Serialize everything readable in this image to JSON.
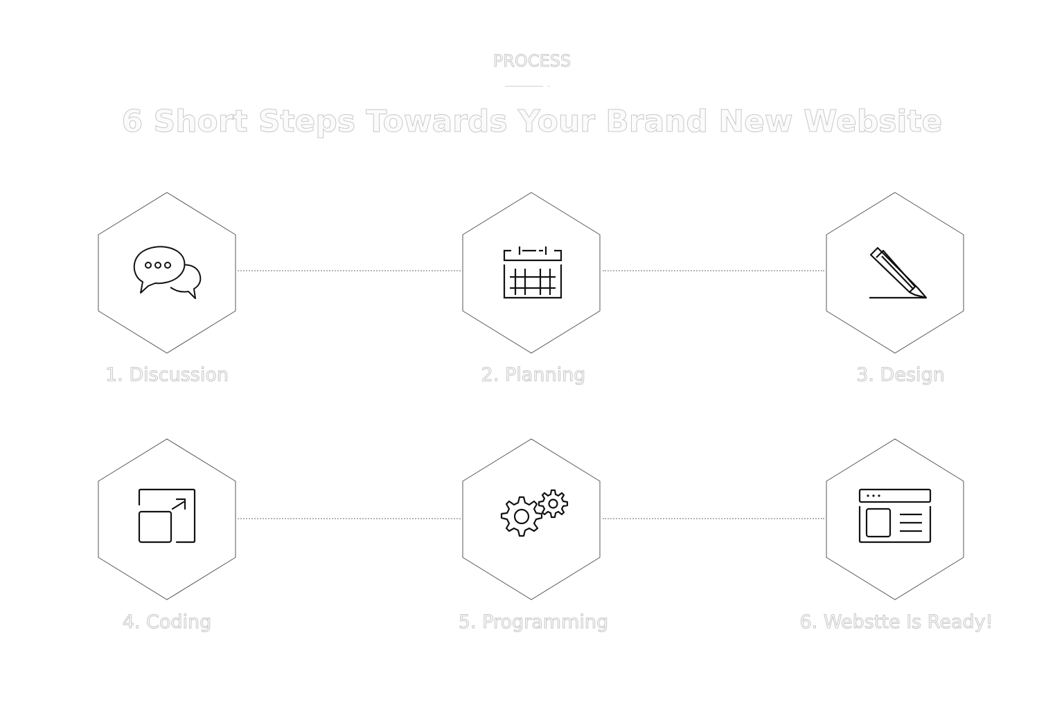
{
  "section": {
    "eyebrow": "PROCESS",
    "headline": "6 Short Steps Towards Your Brand New Website"
  },
  "steps": [
    {
      "label": "1. Discussion",
      "icon": "chat-bubbles-icon"
    },
    {
      "label": "2. Planning",
      "icon": "calendar-icon"
    },
    {
      "label": "3. Design",
      "icon": "pencil-icon"
    },
    {
      "label": "4. Coding",
      "icon": "resize-window-icon"
    },
    {
      "label": "5. Programming",
      "icon": "gears-icon"
    },
    {
      "label": "6. Webstte Is Ready!",
      "icon": "browser-window-icon"
    }
  ],
  "colors": {
    "text_fill": "#fbfbfb",
    "text_outline": "#c8c8c8",
    "hex_stroke": "#555555",
    "icon_stroke": "#111111",
    "connector": "#9a9a9a"
  }
}
